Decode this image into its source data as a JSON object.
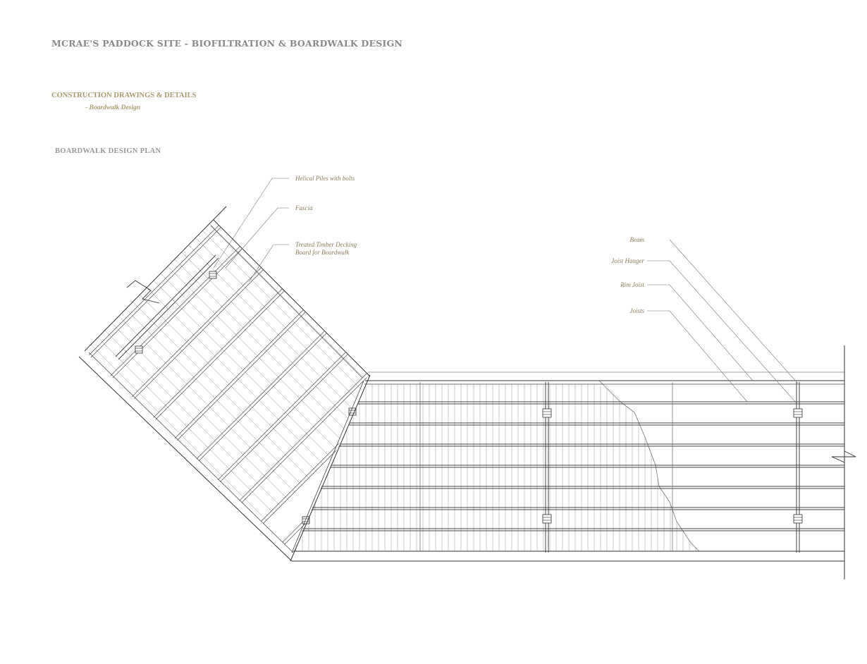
{
  "header": {
    "title": "MCRAE'S PADDOCK SITE - BIOFILTRATION & BOARDWALK DESIGN",
    "section": "CONSTRUCTION DRAWINGS & DETAILS",
    "subsection": "- Boardwalk Design"
  },
  "plan": {
    "title": "BOARDWALK DESIGN PLAN",
    "labels": {
      "helical_piles": "Helical Piles with bolts",
      "fascia": "Fascia",
      "decking_line1": "Treated Timber Decking",
      "decking_line2": "Board for Boardwalk",
      "beam": "Beam",
      "joist_hanger": "Joist Hanger",
      "rim_joist": "Rim Joist",
      "joists": "Joists"
    }
  },
  "colors": {
    "label_text": "#8c7d5c",
    "title_text": "#8a8a8a",
    "line": "#555555"
  }
}
